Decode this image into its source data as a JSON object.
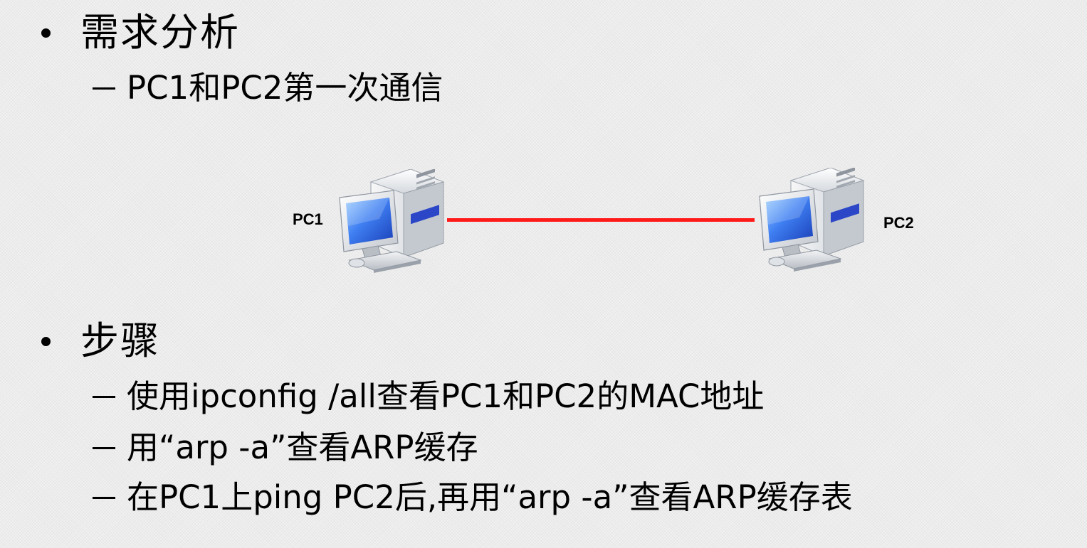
{
  "section1": {
    "title": "需求分析",
    "items": [
      "PC1和PC2第一次通信"
    ]
  },
  "diagram": {
    "nodes": [
      {
        "id": "pc1",
        "label": "PC1",
        "icon": "desktop-computer-icon"
      },
      {
        "id": "pc2",
        "label": "PC2",
        "icon": "desktop-computer-icon"
      }
    ],
    "link": {
      "from": "pc1",
      "to": "pc2",
      "color": "#ff1a1a"
    }
  },
  "section2": {
    "title": "步骤",
    "items": [
      "使用ipconfig /all查看PC1和PC2的MAC地址",
      "用“arp -a”查看ARP缓存",
      "在PC1上ping PC2后,再用“arp -a”查看ARP缓存表"
    ]
  }
}
